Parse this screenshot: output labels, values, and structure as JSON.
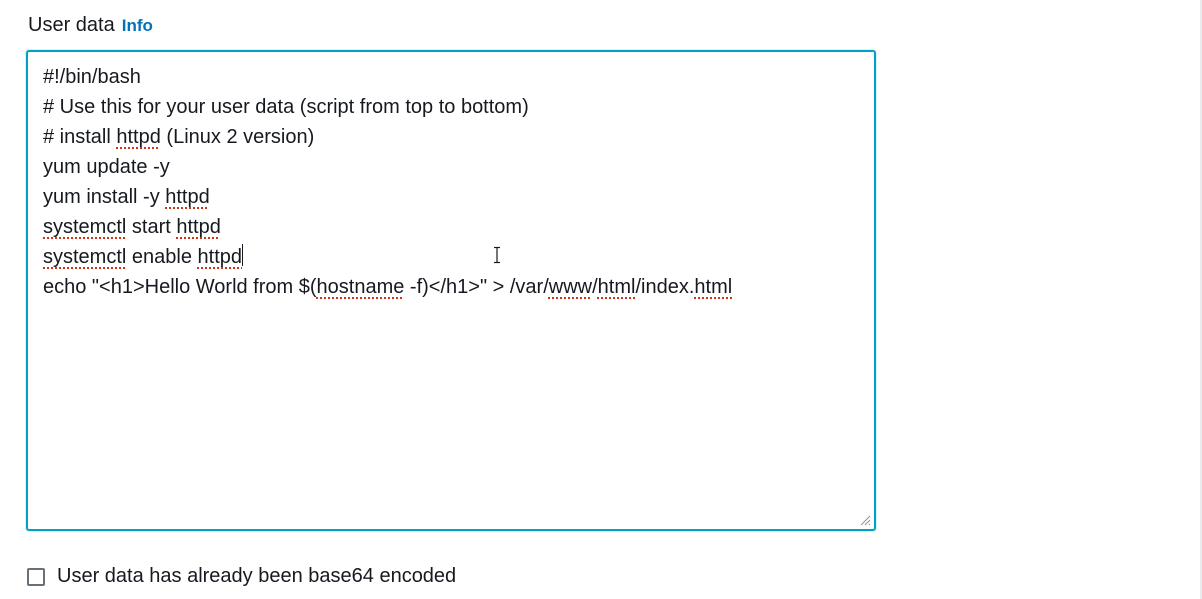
{
  "user_data": {
    "label": "User data",
    "info_link": "Info",
    "lines": [
      [
        {
          "t": "#!/bin/bash"
        }
      ],
      [
        {
          "t": "# Use this for your user data (script from top to bottom)"
        }
      ],
      [
        {
          "t": "# install "
        },
        {
          "t": "httpd",
          "s": true
        },
        {
          "t": " (Linux 2 version)"
        }
      ],
      [
        {
          "t": "yum update -y"
        }
      ],
      [
        {
          "t": "yum install -y "
        },
        {
          "t": "httpd",
          "s": true
        }
      ],
      [
        {
          "t": "systemctl",
          "s": true
        },
        {
          "t": " start "
        },
        {
          "t": "httpd",
          "s": true
        }
      ],
      [
        {
          "t": "systemctl",
          "s": true
        },
        {
          "t": " enable "
        },
        {
          "t": "httpd",
          "s": true
        },
        {
          "caret": true
        }
      ],
      [
        {
          "t": "echo \"<h1>Hello World from $("
        },
        {
          "t": "hostname",
          "s": true
        },
        {
          "t": " -f)</h1>\" > /var/"
        },
        {
          "t": "www",
          "s": true
        },
        {
          "t": "/"
        },
        {
          "t": "html",
          "s": true
        },
        {
          "t": "/index."
        },
        {
          "t": "html",
          "s": true
        }
      ]
    ]
  },
  "base64_checkbox": {
    "label": "User data has already been base64 encoded",
    "checked": false
  },
  "colors": {
    "focus_border": "#00a1c9",
    "info_link": "#0073bb",
    "spellcheck_underline": "#d13212"
  }
}
